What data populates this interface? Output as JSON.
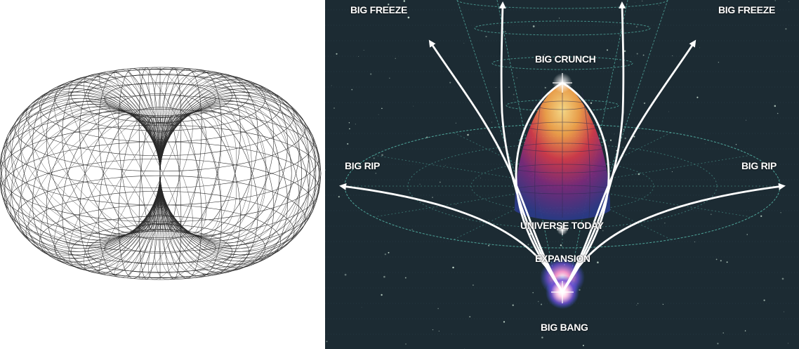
{
  "figure": {
    "left_panel": {
      "subject": "wireframe-torus",
      "line_color": "#111111",
      "background": "#ffffff"
    },
    "right_panel": {
      "background": "#1c2b33",
      "grid_color": "#4fa59a",
      "arrow_color": "#ffffff",
      "labels": {
        "big_freeze_left": "BIG FREEZE",
        "big_freeze_right": "BIG FREEZE",
        "big_crunch": "BIG CRUNCH",
        "big_rip_left": "BIG RIP",
        "big_rip_right": "BIG RIP",
        "universe_today": "UNIVERSE TODAY",
        "expansion": "EXPANSION",
        "big_bang": "BIG BANG"
      }
    }
  }
}
